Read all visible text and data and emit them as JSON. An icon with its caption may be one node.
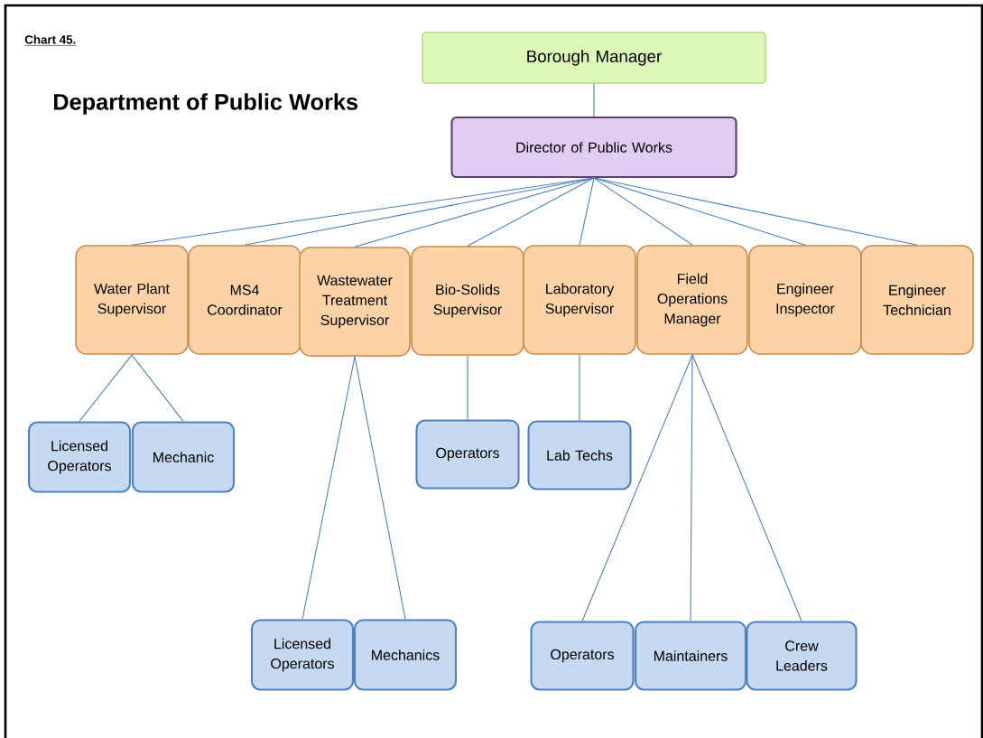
{
  "diagram": {
    "title": "Department of Public Works",
    "nodes": [
      {
        "text": [
          "Borough Manager"
        ]
      },
      {
        "text": [
          "Director of Public Works"
        ]
      },
      {
        "text": [
          "Water Plant Supervisor"
        ]
      },
      {
        "text": [
          "MS4 Coordinator"
        ]
      },
      {
        "text": [
          "Wastewater Treatment Supervisor"
        ]
      },
      {
        "text": [
          "Bio-Solids Supervisor"
        ]
      },
      {
        "text": [
          "Laboratory Supervisor"
        ]
      },
      {
        "text": [
          "Field Operations Manager"
        ]
      },
      {
        "text": [
          "Engineer Inspector"
        ]
      },
      {
        "text": [
          "Engineer Technician"
        ]
      },
      {
        "text": [
          "Licensed Operators"
        ]
      },
      {
        "text": [
          "Mechanic"
        ]
      },
      {
        "text": [
          "Operators"
        ]
      },
      {
        "text": [
          "Lab Techs"
        ]
      },
      {
        "text": [
          "Licensed Operators"
        ]
      },
      {
        "text": [
          "Mechanics"
        ]
      },
      {
        "text": [
          "Operators"
        ]
      },
      {
        "text": [
          "Maintainers"
        ]
      },
      {
        "text": [
          "Crew Leaders"
        ]
      }
    ],
    "edges": [
      {
        "from": 0,
        "to": 1,
        "arrow": "none"
      },
      {
        "from": 1,
        "to": 2,
        "arrow": "none"
      },
      {
        "from": 1,
        "to": 3,
        "arrow": "none"
      },
      {
        "from": 1,
        "to": 4,
        "arrow": "none"
      },
      {
        "from": 1,
        "to": 5,
        "arrow": "none"
      },
      {
        "from": 1,
        "to": 6,
        "arrow": "none"
      },
      {
        "from": 1,
        "to": 7,
        "arrow": "none"
      },
      {
        "from": 1,
        "to": 8,
        "arrow": "none"
      },
      {
        "from": 1,
        "to": 9,
        "arrow": "none"
      },
      {
        "from": 2,
        "to": 10,
        "arrow": "none"
      },
      {
        "from": 2,
        "to": 11,
        "arrow": "none"
      },
      {
        "from": 4,
        "to": 14,
        "arrow": "none"
      },
      {
        "from": 4,
        "to": 15,
        "arrow": "none"
      },
      {
        "from": 5,
        "to": 12,
        "arrow": "none"
      },
      {
        "from": 6,
        "to": 13,
        "arrow": "none"
      },
      {
        "from": 7,
        "to": 16,
        "arrow": "none"
      },
      {
        "from": 7,
        "to": 17,
        "arrow": "none"
      },
      {
        "from": 7,
        "to": 18,
        "arrow": "none"
      }
    ],
    "labels": [
      "Chart 45."
    ]
  }
}
